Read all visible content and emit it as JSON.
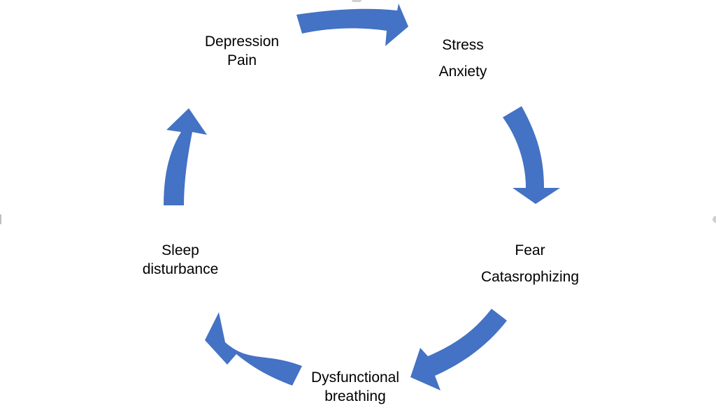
{
  "colors": {
    "arrow": "#4472C4",
    "text": "#000000",
    "background": "#FFFFFF"
  },
  "cycle": {
    "nodes": {
      "depression": {
        "lines": [
          "Depression",
          "Pain"
        ]
      },
      "stress": {
        "lines": [
          "Stress",
          "Anxiety"
        ]
      },
      "fear": {
        "lines": [
          "Fear",
          "Catasrophizing"
        ]
      },
      "dysfunctional": {
        "lines": [
          "Dysfunctional",
          "breathing"
        ]
      },
      "sleep": {
        "lines": [
          "Sleep",
          "disturbance"
        ]
      }
    },
    "arrows": [
      {
        "name": "arrow-depression-to-stress",
        "from": "depression",
        "to": "stress"
      },
      {
        "name": "arrow-stress-to-fear",
        "from": "stress",
        "to": "fear"
      },
      {
        "name": "arrow-fear-to-dysfunctional",
        "from": "fear",
        "to": "dysfunctional"
      },
      {
        "name": "arrow-dysfunctional-to-sleep",
        "from": "dysfunctional",
        "to": "sleep"
      },
      {
        "name": "arrow-sleep-to-depression",
        "from": "sleep",
        "to": "depression"
      }
    ]
  }
}
